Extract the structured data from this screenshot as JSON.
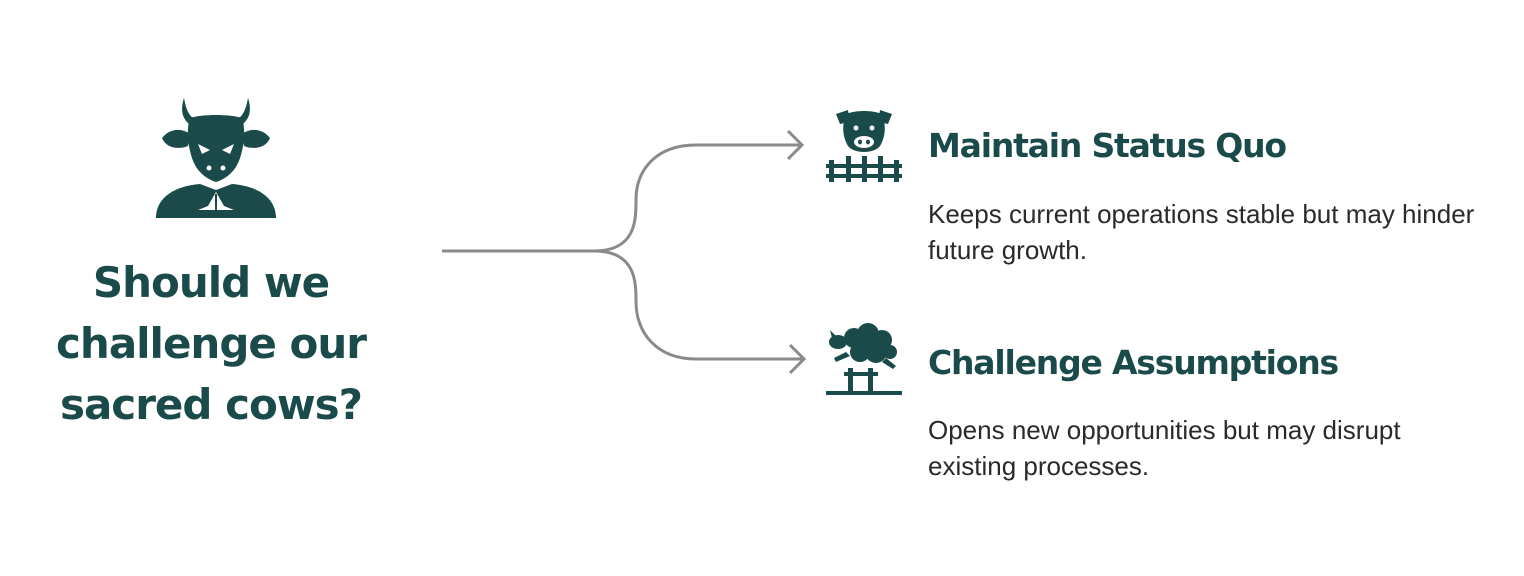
{
  "question": {
    "text": "Should we challenge our sacred cows?",
    "icon": "sacred-cow-person-icon"
  },
  "options": [
    {
      "title": "Maintain Status Quo",
      "description": "Keeps current operations stable but may hinder future growth.",
      "icon": "cow-behind-fence-icon"
    },
    {
      "title": "Challenge Assumptions",
      "description": "Opens new opportunities but may disrupt existing processes.",
      "icon": "sheep-jumping-fence-icon"
    }
  ],
  "colors": {
    "primary": "#1a4a4a",
    "connector": "#8a8a8a",
    "body_text": "#2a2a2a",
    "background": "#ffffff"
  }
}
